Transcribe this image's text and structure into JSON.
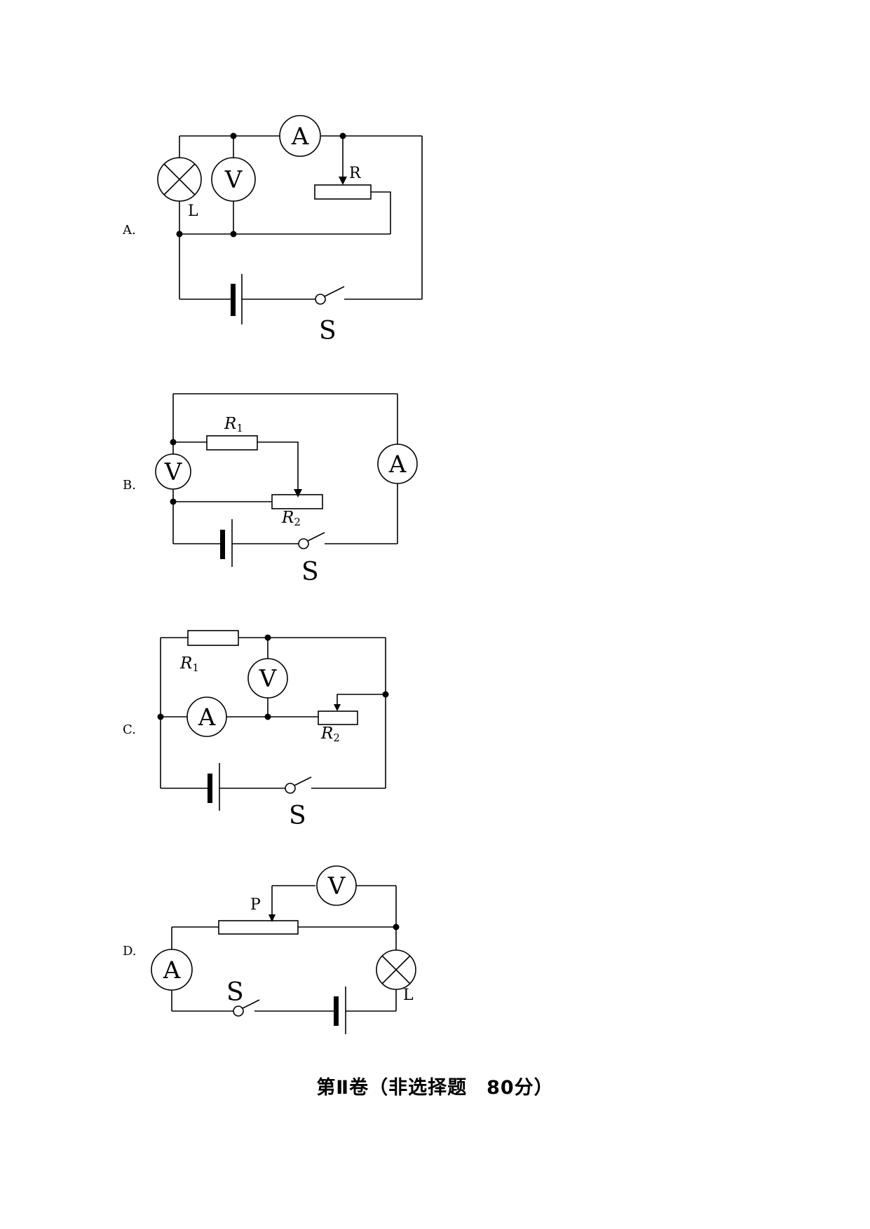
{
  "options": [
    {
      "label": "A.",
      "components": {
        "lamp": "L",
        "rheostat": "R",
        "switch": "S",
        "ammeter": "A",
        "voltmeter": "V"
      }
    },
    {
      "label": "B.",
      "components": {
        "r1": "R",
        "r1_sub": "1",
        "r2": "R",
        "r2_sub": "2",
        "switch": "S",
        "ammeter": "A",
        "voltmeter": "V"
      }
    },
    {
      "label": "C.",
      "components": {
        "r1": "R",
        "r1_sub": "1",
        "r2": "R",
        "r2_sub": "2",
        "switch": "S",
        "ammeter": "A",
        "voltmeter": "V"
      }
    },
    {
      "label": "D.",
      "components": {
        "lamp": "L",
        "slider": "P",
        "switch": "S",
        "ammeter": "A",
        "voltmeter": "V"
      }
    }
  ],
  "section_title": "第Ⅱ卷（非选择题　80分）"
}
